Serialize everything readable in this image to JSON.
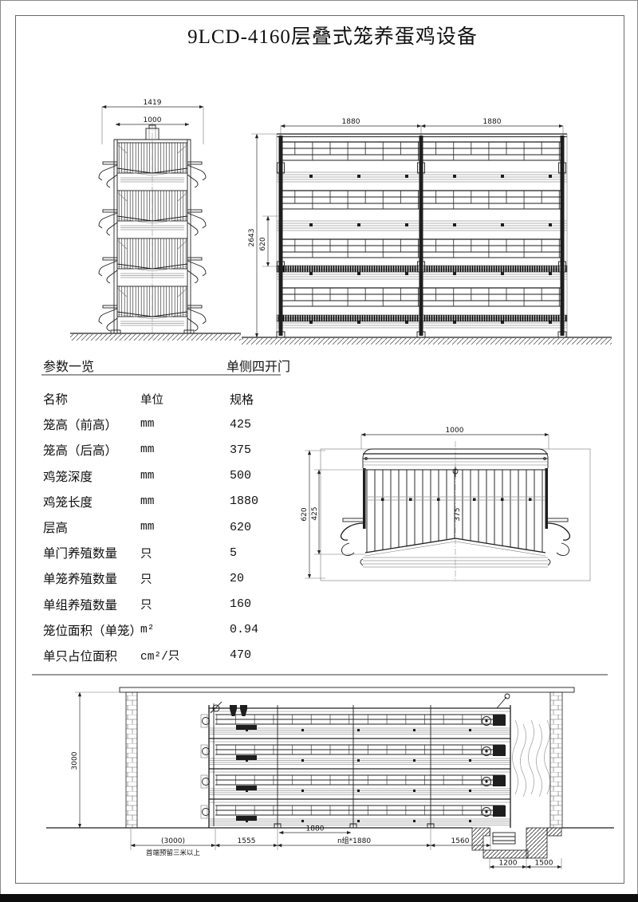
{
  "page": {
    "title": "9LCD-4160层叠式笼养蛋鸡设备"
  },
  "params_section": {
    "title": "参数一览",
    "subtitle": "单侧四开门"
  },
  "table": {
    "columns": {
      "name": "名称",
      "unit": "单位",
      "spec": "规格"
    },
    "rows": [
      {
        "name": "笼高（前高）",
        "unit": "mm",
        "spec": "425"
      },
      {
        "name": "笼高（后高）",
        "unit": "mm",
        "spec": "375"
      },
      {
        "name": "鸡笼深度",
        "unit": "mm",
        "spec": "500"
      },
      {
        "name": "鸡笼长度",
        "unit": "mm",
        "spec": "1880"
      },
      {
        "name": "层高",
        "unit": "mm",
        "spec": "620"
      },
      {
        "name": "单门养殖数量",
        "unit": "只",
        "spec": "5"
      },
      {
        "name": "单笼养殖数量",
        "unit": "只",
        "spec": "20"
      },
      {
        "name": "单组养殖数量",
        "unit": "只",
        "spec": "160"
      },
      {
        "name": "笼位面积（单笼）",
        "unit": "m²",
        "spec": "0.94"
      },
      {
        "name": "单只占位面积",
        "unit": "cm²/只",
        "spec": "470"
      }
    ]
  },
  "drawings": {
    "end_view": {
      "total_width": "1419",
      "cage_width": "1000"
    },
    "front_view": {
      "bay1_width": "1880",
      "bay2_width": "1880",
      "total_height": "2643",
      "tier_height": "620"
    },
    "cage_detail": {
      "width": "1000",
      "tier_height": "620",
      "front_height": "425",
      "back_height": "375"
    },
    "installation": {
      "house_height": "3000",
      "front_clearance": "(3000)",
      "front_clearance_note": "首端预留三米以上",
      "end_gap": "1555",
      "unit_length": "1880",
      "row_length": "n组*1880",
      "rear_gap": "1560",
      "pit_width": "1200",
      "pit_rear": "1500"
    }
  }
}
